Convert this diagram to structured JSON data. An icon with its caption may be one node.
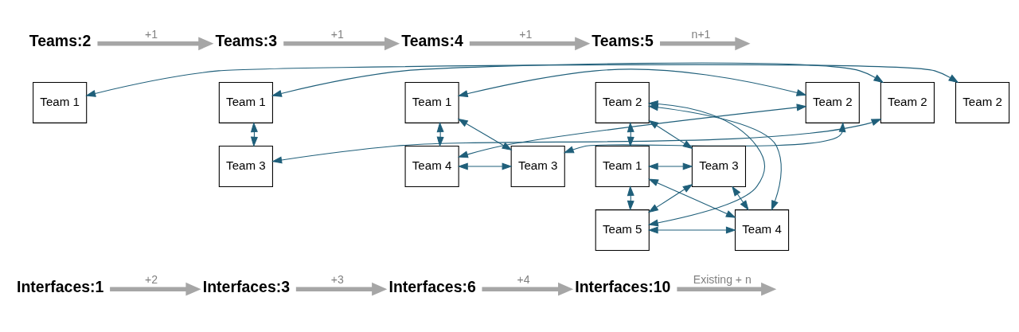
{
  "diagram": {
    "nodes": [
      {
        "text": [
          "Teams:2"
        ]
      },
      {
        "text": [
          "Teams:3"
        ]
      },
      {
        "text": [
          "Teams:4"
        ]
      },
      {
        "text": [
          "Teams:5"
        ]
      },
      {
        "text": [
          "Team 1"
        ]
      },
      {
        "text": [
          "Team 2"
        ]
      },
      {
        "text": [
          "Team 1"
        ]
      },
      {
        "text": [
          "Team 2"
        ]
      },
      {
        "text": [
          "Team 3"
        ]
      },
      {
        "text": [
          "Team 1"
        ]
      },
      {
        "text": [
          "Team 2"
        ]
      },
      {
        "text": [
          "Team 4"
        ]
      },
      {
        "text": [
          "Team 3"
        ]
      },
      {
        "text": [
          "Team 2"
        ]
      },
      {
        "text": [
          "Team 1"
        ]
      },
      {
        "text": [
          "Team 3"
        ]
      },
      {
        "text": [
          "Team 5"
        ]
      },
      {
        "text": [
          "Team 4"
        ]
      },
      {
        "text": [
          "Interfaces:1"
        ]
      },
      {
        "text": [
          "Interfaces:3"
        ]
      },
      {
        "text": [
          "Interfaces:6"
        ]
      },
      {
        "text": [
          "Interfaces:10"
        ]
      }
    ],
    "edges": [
      {
        "from": 0,
        "to": 1,
        "arrow": "to",
        "label": "+1",
        "style": "thick",
        "color": "#a6a6a6"
      },
      {
        "from": 1,
        "to": 2,
        "arrow": "to",
        "label": "+1",
        "style": "thick",
        "color": "#a6a6a6"
      },
      {
        "from": 2,
        "to": 3,
        "arrow": "to",
        "label": "+1",
        "style": "thick",
        "color": "#a6a6a6"
      },
      {
        "from": 3,
        "to": null,
        "arrow": "to",
        "label": "n+1",
        "style": "thick",
        "color": "#a6a6a6"
      },
      {
        "from": 4,
        "to": 5,
        "arrow": "both"
      },
      {
        "from": 6,
        "to": 7,
        "arrow": "both"
      },
      {
        "from": 6,
        "to": 8,
        "arrow": "both"
      },
      {
        "from": 7,
        "to": 8,
        "arrow": "both"
      },
      {
        "from": 9,
        "to": 10,
        "arrow": "both"
      },
      {
        "from": 9,
        "to": 11,
        "arrow": "both"
      },
      {
        "from": 9,
        "to": 12,
        "arrow": "both"
      },
      {
        "from": 10,
        "to": 11,
        "arrow": "both"
      },
      {
        "from": 10,
        "to": 12,
        "arrow": "both"
      },
      {
        "from": 11,
        "to": 12,
        "arrow": "both"
      },
      {
        "from": 13,
        "to": 14,
        "arrow": "both"
      },
      {
        "from": 13,
        "to": 15,
        "arrow": "both"
      },
      {
        "from": 13,
        "to": 16,
        "arrow": "both"
      },
      {
        "from": 13,
        "to": 17,
        "arrow": "both"
      },
      {
        "from": 14,
        "to": 15,
        "arrow": "both"
      },
      {
        "from": 14,
        "to": 16,
        "arrow": "both"
      },
      {
        "from": 14,
        "to": 17,
        "arrow": "both"
      },
      {
        "from": 15,
        "to": 16,
        "arrow": "both"
      },
      {
        "from": 15,
        "to": 17,
        "arrow": "both"
      },
      {
        "from": 16,
        "to": 17,
        "arrow": "both"
      },
      {
        "from": 18,
        "to": 19,
        "arrow": "to",
        "label": "+2",
        "style": "thick",
        "color": "#a6a6a6"
      },
      {
        "from": 19,
        "to": 20,
        "arrow": "to",
        "label": "+3",
        "style": "thick",
        "color": "#a6a6a6"
      },
      {
        "from": 20,
        "to": 21,
        "arrow": "to",
        "label": "+4",
        "style": "thick",
        "color": "#a6a6a6"
      },
      {
        "from": 21,
        "to": null,
        "arrow": "to",
        "label": "Existing + n",
        "style": "thick",
        "color": "#a6a6a6"
      }
    ]
  }
}
